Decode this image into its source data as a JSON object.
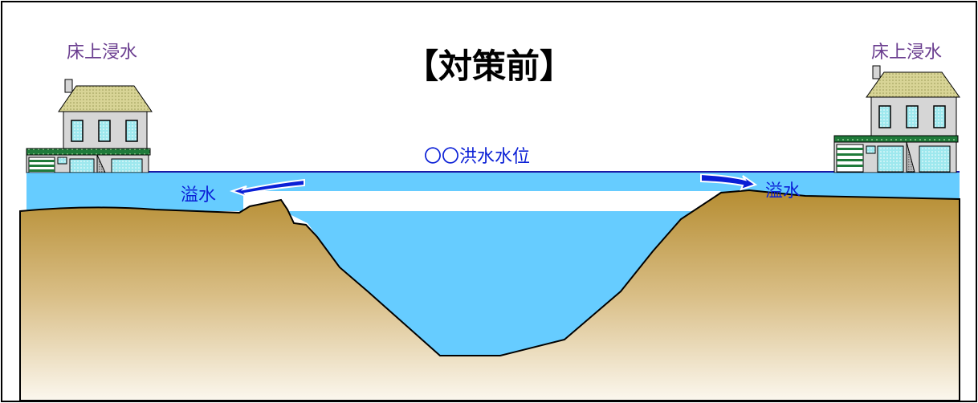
{
  "title": "【対策前】",
  "house_left": {
    "label": "床上浸水"
  },
  "house_right": {
    "label": "床上浸水"
  },
  "water_level_label": "〇〇洪水水位",
  "overflow_left_label": "溢水",
  "overflow_right_label": "溢水",
  "colors": {
    "water": "#66ccff",
    "water_line": "#1a1aa6",
    "ground_top": "#b8923a",
    "ground_bottom": "#fbf6ea",
    "arrow": "#0a1fd6",
    "roof": "#d8d496",
    "wall": "#d6d6d6",
    "awning": "#1f7a3a",
    "window": "#9ee8ee"
  }
}
